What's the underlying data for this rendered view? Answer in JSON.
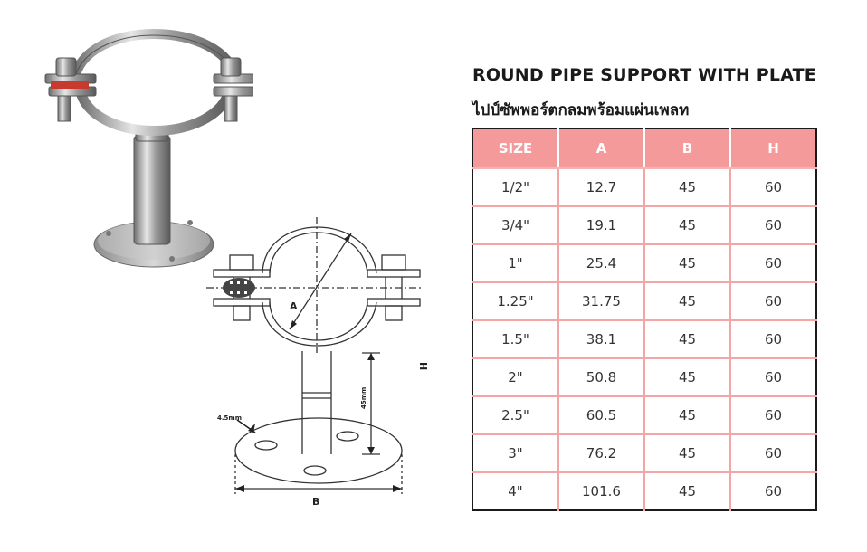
{
  "title": "ROUND PIPE SUPPORT WITH PLATE",
  "subtitle": "ไปป์ซัพพอร์ตกลมพร้อมแผ่นเพลท",
  "drawing_labels": {
    "a": "A",
    "b": "B",
    "h": "H",
    "height": "45mm",
    "hole": "4.5mm"
  },
  "table": {
    "headers": [
      "SIZE",
      "A",
      "B",
      "H"
    ],
    "rows": [
      [
        "1/2\"",
        "12.7",
        "45",
        "60"
      ],
      [
        "3/4\"",
        "19.1",
        "45",
        "60"
      ],
      [
        "1\"",
        "25.4",
        "45",
        "60"
      ],
      [
        "1.25\"",
        "31.75",
        "45",
        "60"
      ],
      [
        "1.5\"",
        "38.1",
        "45",
        "60"
      ],
      [
        "2\"",
        "50.8",
        "45",
        "60"
      ],
      [
        "2.5\"",
        "60.5",
        "45",
        "60"
      ],
      [
        "3\"",
        "76.2",
        "45",
        "60"
      ],
      [
        "4\"",
        "101.6",
        "45",
        "60"
      ]
    ]
  },
  "colors": {
    "header_bg": "#f59a9a",
    "grid_line": "#f4a6a6",
    "border": "#1a1a1a"
  }
}
